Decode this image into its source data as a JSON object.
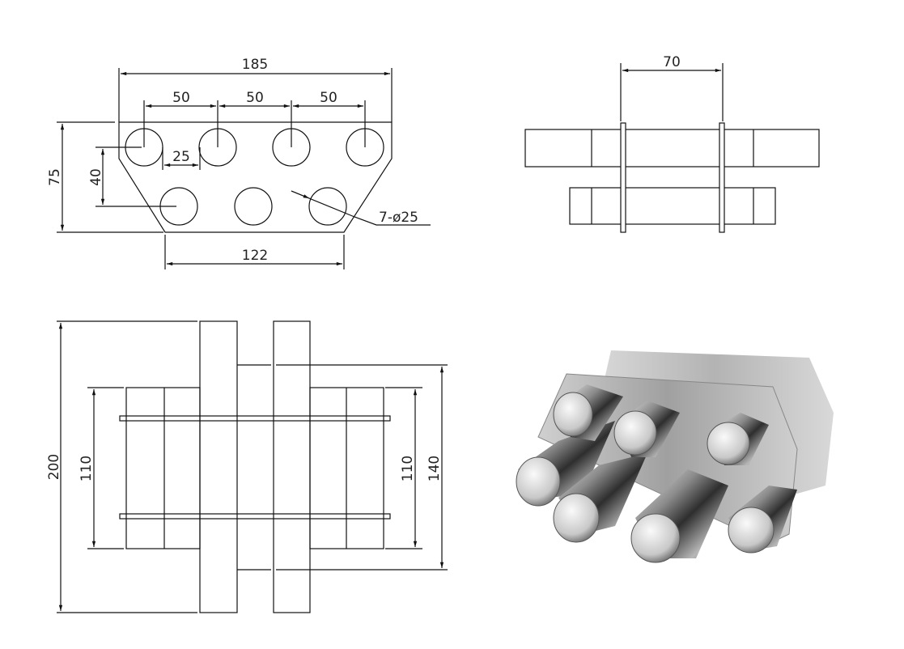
{
  "front_view": {
    "width_total": "185",
    "pitch_1": "50",
    "pitch_2": "50",
    "pitch_3": "50",
    "gap": "25",
    "row_spacing": "40",
    "height": "75",
    "bottom_width": "122",
    "holes": "7-ø25"
  },
  "side_view": {
    "plate_spacing": "70"
  },
  "top_view": {
    "overall_length": "200",
    "tube_length_left": "110",
    "tube_length_right": "110",
    "center_length": "140"
  },
  "colors": {
    "line": "#111111",
    "metal_light": "#e6e6e6",
    "metal_dark": "#4a4a4a"
  }
}
